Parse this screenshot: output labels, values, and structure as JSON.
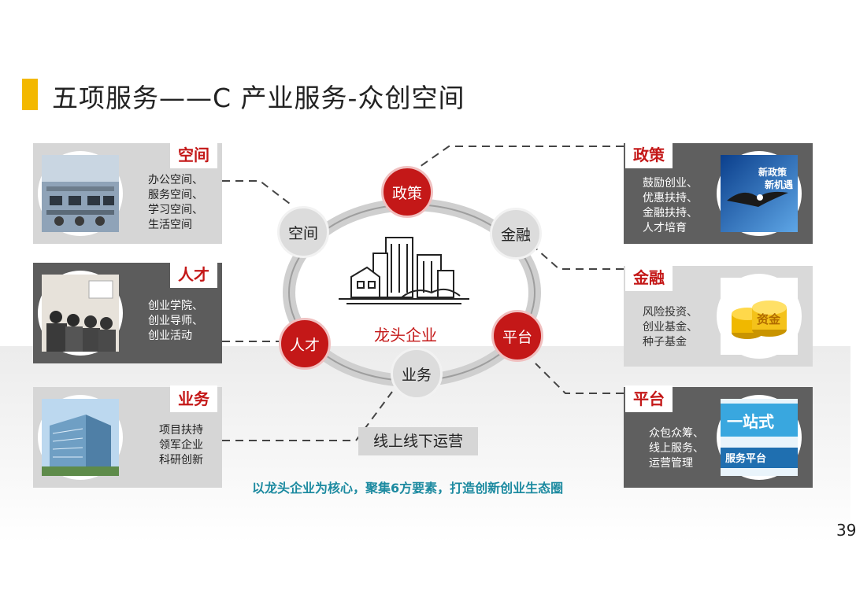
{
  "header": {
    "title": "五项服务——C 产业服务-众创空间"
  },
  "cards_left": [
    {
      "tag": "空间",
      "items": [
        "办公空间、",
        "服务空间、",
        "学习空间、",
        "生活空间"
      ],
      "photo_icon": "office-workspace-photo"
    },
    {
      "tag": "人才",
      "items": [
        "创业学院、",
        "创业导师、",
        "创业活动"
      ],
      "photo_icon": "seminar-photo"
    },
    {
      "tag": "业务",
      "items": [
        "项目扶持",
        "领军企业",
        "科研创新"
      ],
      "photo_icon": "office-building-photo"
    }
  ],
  "cards_right": [
    {
      "tag": "政策",
      "items": [
        "鼓励创业、",
        "优惠扶持、",
        "金融扶持、",
        "人才培育"
      ],
      "photo_icon": "eagle-policy-photo",
      "photo_text": [
        "新政策",
        "新机遇"
      ]
    },
    {
      "tag": "金融",
      "items": [
        "风险投资、",
        "创业基金、",
        "种子基金"
      ],
      "photo_icon": "gold-coins-photo",
      "photo_text": [
        "资金"
      ]
    },
    {
      "tag": "平台",
      "items": [
        "众包众筹、",
        "线上服务、",
        "运营管理"
      ],
      "photo_icon": "service-platform-photo",
      "photo_text": [
        "一站式",
        "服务平台"
      ]
    }
  ],
  "hub": {
    "nodes": {
      "policy": "政策",
      "space": "空间",
      "finance": "金融",
      "talent": "人才",
      "platform": "平台",
      "business": "业务"
    },
    "core_label": "龙头企业",
    "core_icon": "city-buildings-icon"
  },
  "ops_label": "线上线下运营",
  "slogan": "以龙头企业为核心，聚集6方要素，打造创新创业生态圈",
  "page_number": "39",
  "colors": {
    "accent_red": "#c41818",
    "title_bar": "#f3b800",
    "slogan": "#1c8aa0"
  }
}
